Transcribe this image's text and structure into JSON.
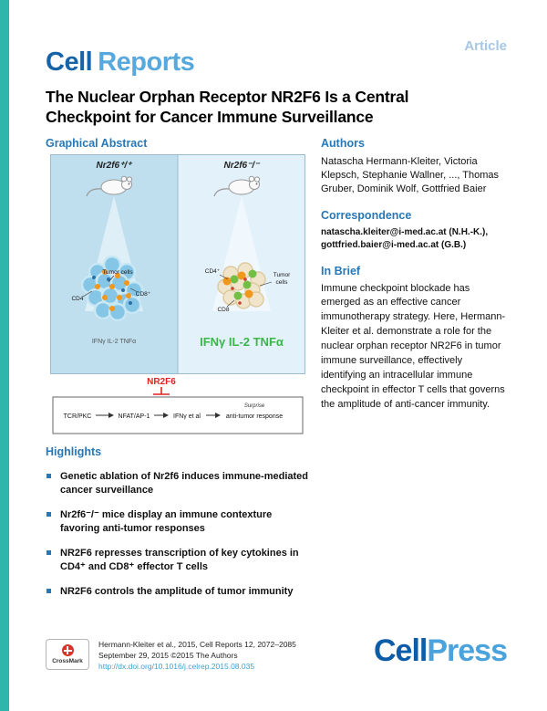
{
  "page": {
    "article_label": "Article",
    "journal_word1": "Cell",
    "journal_word2": "Reports",
    "title": "The Nuclear Orphan Receptor NR2F6 Is a Central Checkpoint for Cancer Immune Surveillance"
  },
  "graphical_abstract": {
    "heading": "Graphical Abstract",
    "figure": {
      "left_genotype": "Nr2f6⁺/⁺",
      "right_genotype": "Nr2f6⁻/⁻",
      "left_tumor_label": "Tumor cells",
      "left_cd4": "CD4",
      "left_cd8": "CD8⁺",
      "left_cytokines": "IFNγ  IL-2  TNFα",
      "right_cd4": "CD4⁺",
      "right_tumor_line1": "Tumor",
      "right_tumor_line2": "cells",
      "right_cd8": "CD8",
      "right_cytokines": "IFNγ IL-2 TNFα",
      "nr2f6": "NR2F6",
      "surprise": "Surprise",
      "pathway": [
        "TCR/PKC",
        "NFAT/AP-1",
        "IFNγ et al",
        "anti-tumor response"
      ]
    }
  },
  "authors_section": {
    "heading": "Authors",
    "names": "Natascha Hermann-Kleiter, Victoria Klepsch, Stephanie Wallner, ..., Thomas Gruber, Dominik Wolf, Gottfried Baier"
  },
  "correspondence": {
    "heading": "Correspondence",
    "emails": "natascha.kleiter@i-med.ac.at (N.H.-K.), gottfried.baier@i-med.ac.at (G.B.)"
  },
  "in_brief": {
    "heading": "In Brief",
    "text": "Immune checkpoint blockade has emerged as an effective cancer immunotherapy strategy. Here, Hermann-Kleiter et al. demonstrate a role for the nuclear orphan receptor NR2F6 in tumor immune surveillance, effectively identifying an intracellular immune checkpoint in effector T cells that governs the amplitude of anti-cancer immunity."
  },
  "highlights": {
    "heading": "Highlights",
    "items": [
      "Genetic ablation of Nr2f6 induces immune-mediated cancer surveillance",
      "Nr2f6⁻/⁻ mice display an immune contexture favoring anti-tumor responses",
      "NR2F6 represses transcription of key cytokines in CD4⁺ and CD8⁺ effector T cells",
      "NR2F6 controls the amplitude of tumor immunity"
    ]
  },
  "footer": {
    "citation_line1": "Hermann-Kleiter et al., 2015, Cell Reports 12, 2072–2085",
    "citation_line2": "September 29, 2015 ©2015 The Authors",
    "doi": "http://dx.doi.org/10.1016/j.celrep.2015.08.035",
    "crossmark_label": "CrossMark",
    "publisher_word1": "Cell",
    "publisher_word2": "Press"
  },
  "colors": {
    "accent_teal": "#2eb6aa",
    "heading_blue": "#2878b8",
    "link_blue": "#3aa0d6",
    "journal_dark_blue": "#1663a8",
    "journal_light_blue": "#57a9dd",
    "cytokine_green": "#3cb54a",
    "nr2f6_red": "#e02424"
  }
}
